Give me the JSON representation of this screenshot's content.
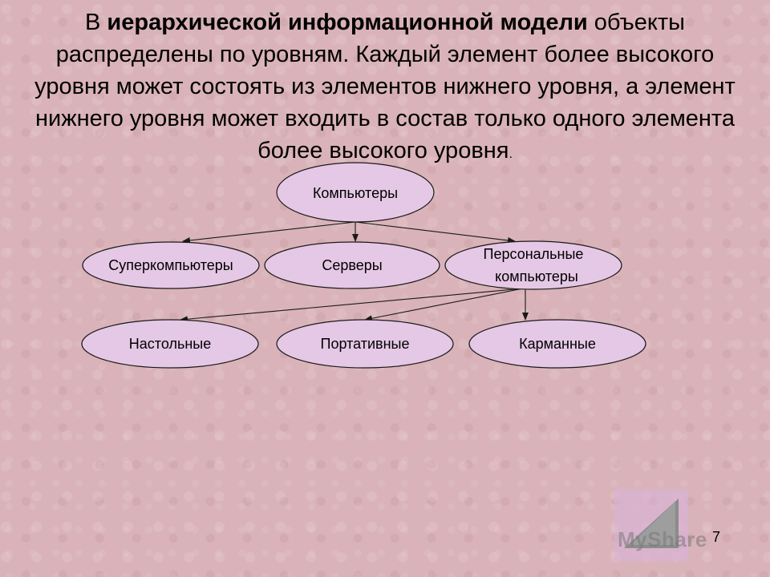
{
  "intro": {
    "part1": "В ",
    "bold": "иерархической информационной модели",
    "part2": " объекты распределены по уровням. Каждый элемент более высокого уровня может состоять из элементов нижнего уровня, а элемент нижнего уровня может входить в состав только одного элемента более высокого уровня",
    "dot": "."
  },
  "diagram": {
    "nodes": {
      "root": "Компьютеры",
      "supercomputers": "Суперкомпьютеры",
      "servers": "Серверы",
      "pc_line1": "Персональные",
      "pc_line2": "компьютеры",
      "desktop": "Настольные",
      "portable": "Портативные",
      "pocket": "Карманные"
    },
    "colors": {
      "node_fill": "#e5c8e5",
      "background": "#d9b3b9"
    }
  },
  "footer": {
    "page_number": "7",
    "watermark": "MyShare"
  }
}
